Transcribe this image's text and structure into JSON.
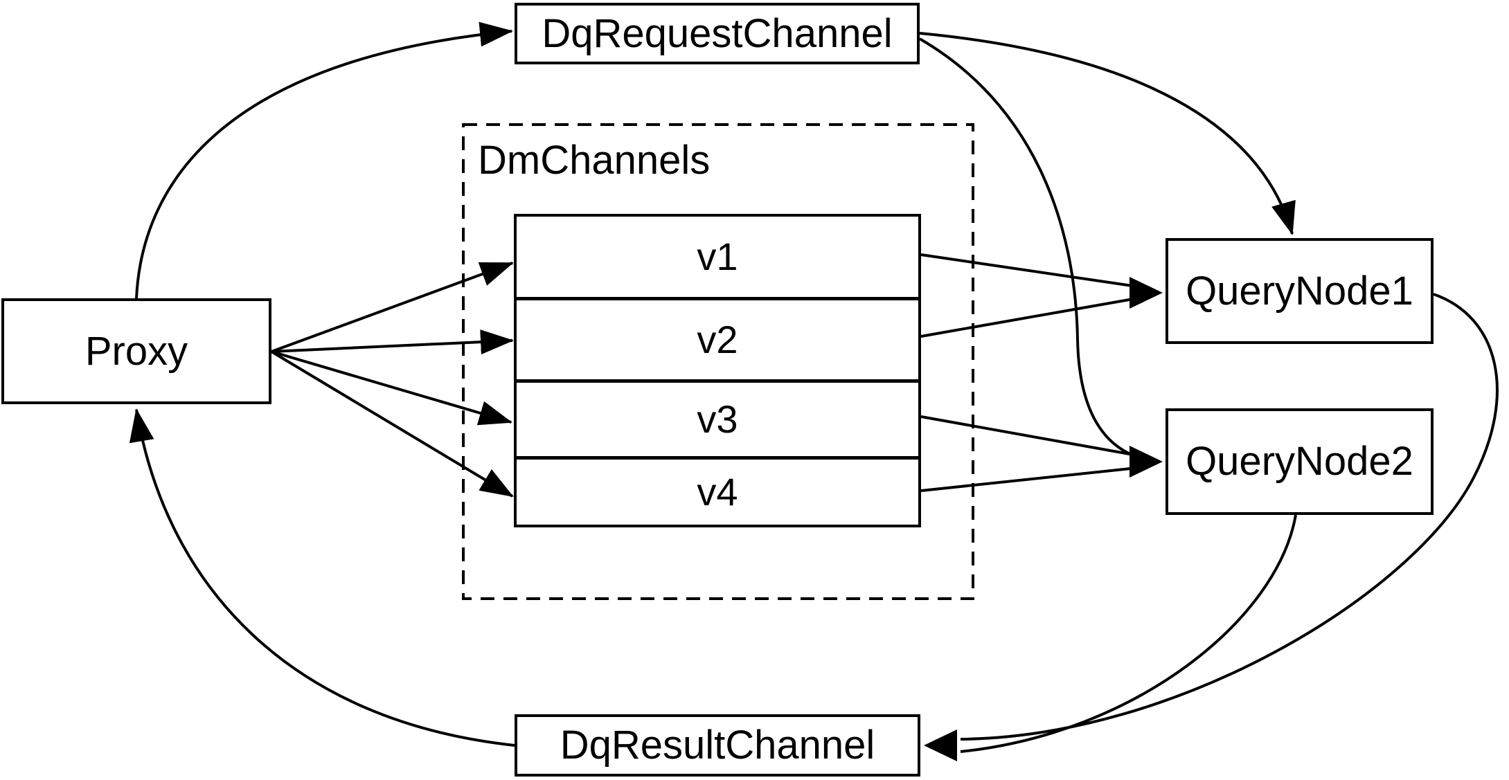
{
  "diagram": {
    "nodes": {
      "proxy": {
        "label": "Proxy"
      },
      "dq_request_channel": {
        "label": "DqRequestChannel"
      },
      "dm_channels_group": {
        "label": "DmChannels"
      },
      "channels": [
        {
          "label": "v1"
        },
        {
          "label": "v2"
        },
        {
          "label": "v3"
        },
        {
          "label": "v4"
        }
      ],
      "query_node1": {
        "label": "QueryNode1"
      },
      "query_node2": {
        "label": "QueryNode2"
      },
      "dq_result_channel": {
        "label": "DqResultChannel"
      }
    },
    "edges": [
      {
        "from": "Proxy",
        "to": "DqRequestChannel"
      },
      {
        "from": "Proxy",
        "to": "v1"
      },
      {
        "from": "Proxy",
        "to": "v2"
      },
      {
        "from": "Proxy",
        "to": "v3"
      },
      {
        "from": "Proxy",
        "to": "v4"
      },
      {
        "from": "v1",
        "to": "QueryNode1"
      },
      {
        "from": "v2",
        "to": "QueryNode1"
      },
      {
        "from": "v3",
        "to": "QueryNode2"
      },
      {
        "from": "v4",
        "to": "QueryNode2"
      },
      {
        "from": "DqRequestChannel",
        "to": "QueryNode1"
      },
      {
        "from": "DqRequestChannel",
        "to": "QueryNode2"
      },
      {
        "from": "QueryNode1",
        "to": "DqResultChannel"
      },
      {
        "from": "QueryNode2",
        "to": "DqResultChannel"
      },
      {
        "from": "DqResultChannel",
        "to": "Proxy"
      }
    ],
    "colors": {
      "stroke": "#000000",
      "background": "#ffffff"
    }
  }
}
